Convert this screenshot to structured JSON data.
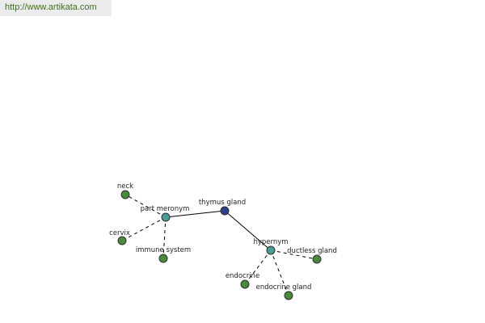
{
  "source_url": "http://www.artikata.com",
  "colors": {
    "root_node": "#2e3e8c",
    "relation_node": "#4b9b98",
    "leaf_node": "#4a8a3c",
    "banner_text": "#3f6e1f"
  },
  "graph": {
    "nodes": [
      {
        "id": "thymus",
        "label": "thymus gland",
        "kind": "root"
      },
      {
        "id": "partmer",
        "label": "part meronym",
        "kind": "relation"
      },
      {
        "id": "hypernym",
        "label": "hypernym",
        "kind": "relation"
      },
      {
        "id": "neck",
        "label": "neck",
        "kind": "leaf"
      },
      {
        "id": "cervix",
        "label": "cervix",
        "kind": "leaf"
      },
      {
        "id": "immune",
        "label": "immune system",
        "kind": "leaf"
      },
      {
        "id": "ductless",
        "label": "ductless gland",
        "kind": "leaf"
      },
      {
        "id": "endocrine",
        "label": "endocrine",
        "kind": "leaf"
      },
      {
        "id": "endogland",
        "label": "endocrine gland",
        "kind": "leaf"
      }
    ],
    "edges": [
      {
        "from": "thymus",
        "to": "partmer",
        "style": "solid"
      },
      {
        "from": "thymus",
        "to": "hypernym",
        "style": "solid"
      },
      {
        "from": "partmer",
        "to": "neck",
        "style": "dashed"
      },
      {
        "from": "partmer",
        "to": "cervix",
        "style": "dashed"
      },
      {
        "from": "partmer",
        "to": "immune",
        "style": "dashed"
      },
      {
        "from": "hypernym",
        "to": "ductless",
        "style": "dashed"
      },
      {
        "from": "hypernym",
        "to": "endocrine",
        "style": "dashed"
      },
      {
        "from": "hypernym",
        "to": "endogland",
        "style": "dashed"
      }
    ]
  }
}
